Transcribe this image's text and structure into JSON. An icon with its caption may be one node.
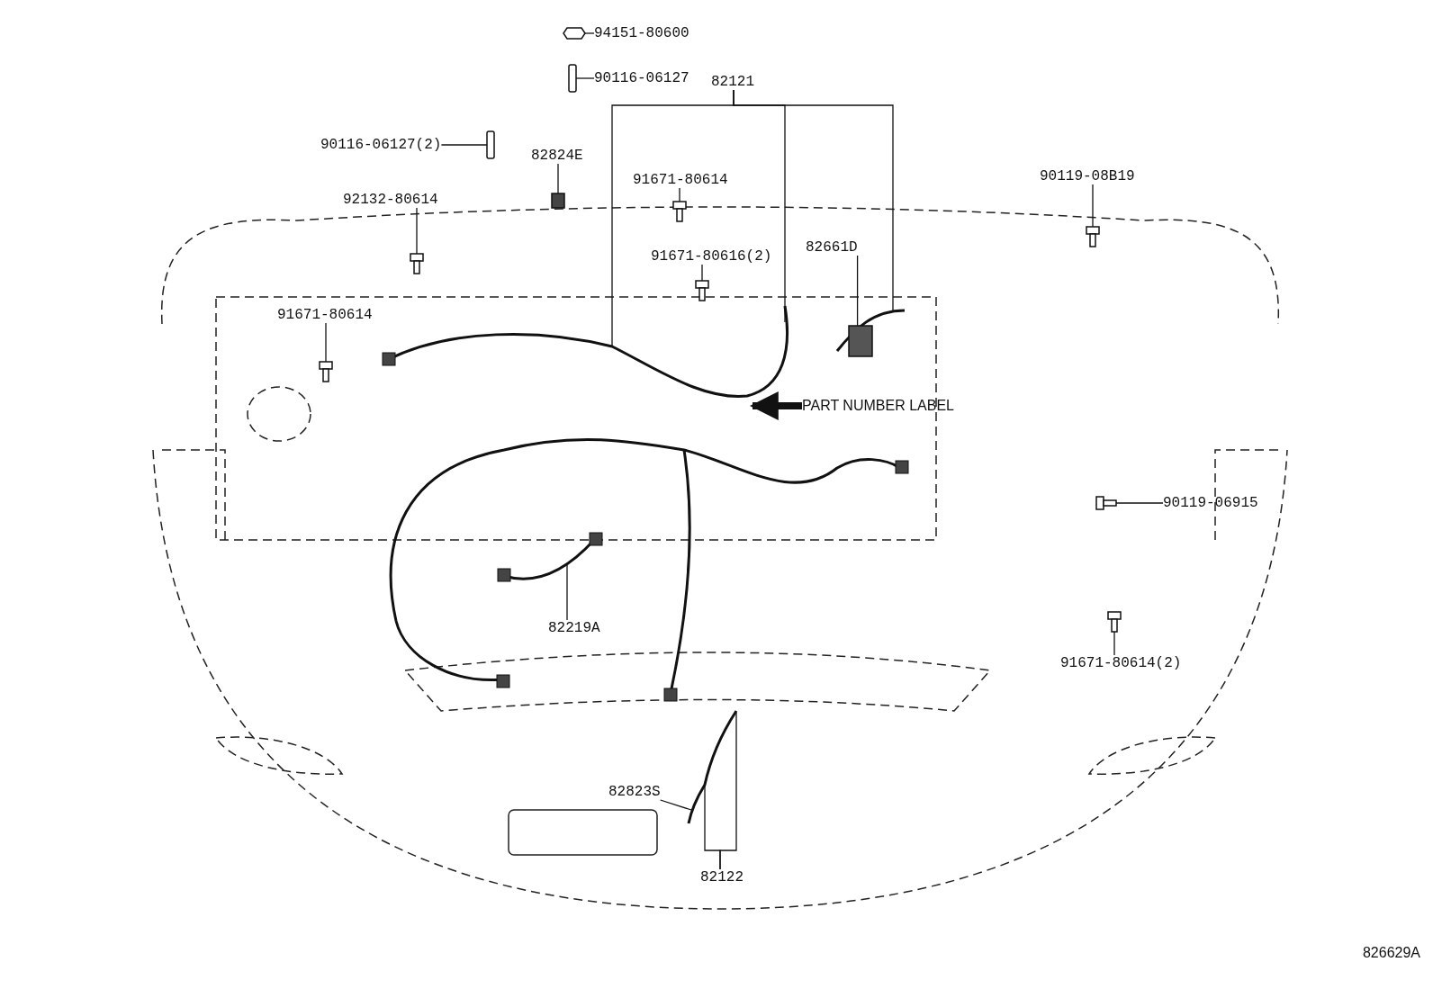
{
  "diagram": {
    "nodes": [
      {
        "text": [
          "94151-80600"
        ]
      },
      {
        "text": [
          "90116-06127"
        ]
      },
      {
        "text": [
          "82121"
        ]
      },
      {
        "text": [
          "90116-06127(2)"
        ]
      },
      {
        "text": [
          "82824E"
        ]
      },
      {
        "text": [
          "91671-80614"
        ]
      },
      {
        "text": [
          "92132-80614"
        ]
      },
      {
        "text": [
          "91671-80616(2)"
        ]
      },
      {
        "text": [
          "82661D"
        ]
      },
      {
        "text": [
          "90119-08B19"
        ]
      },
      {
        "text": [
          "91671-80614"
        ]
      },
      {
        "text": [
          "PART NUMBER LABEL"
        ]
      },
      {
        "text": [
          "90119-06915"
        ]
      },
      {
        "text": [
          "91671-80614(2)"
        ]
      },
      {
        "text": [
          "82219A"
        ]
      },
      {
        "text": [
          "82823S"
        ]
      },
      {
        "text": [
          "82122"
        ]
      },
      {
        "text": [],
        "shape": "picture"
      },
      {
        "text": [],
        "shape": "bar"
      },
      {
        "text": [],
        "shape": "bar"
      },
      {
        "text": [],
        "shape": "box"
      },
      {
        "text": [],
        "shape": "picture"
      },
      {
        "text": [],
        "shape": "picture"
      },
      {
        "text": [],
        "shape": "picture"
      },
      {
        "text": [],
        "shape": "box"
      },
      {
        "text": [],
        "shape": "picture"
      },
      {
        "text": [],
        "shape": "picture"
      },
      {
        "text": [],
        "shape": "picture"
      },
      {
        "text": [],
        "shape": "picture"
      }
    ],
    "edges": [
      {
        "from": 0,
        "to": 17,
        "arrow": "none"
      },
      {
        "from": 1,
        "to": 18,
        "arrow": "none"
      },
      {
        "from": 2,
        "to": null,
        "arrow": "none"
      },
      {
        "from": 2,
        "to": null,
        "arrow": "none"
      },
      {
        "from": 2,
        "to": null,
        "arrow": "none"
      },
      {
        "from": 3,
        "to": 19,
        "arrow": "none"
      },
      {
        "from": 4,
        "to": 20,
        "arrow": "none"
      },
      {
        "from": 5,
        "to": 21,
        "arrow": "none"
      },
      {
        "from": 6,
        "to": 22,
        "arrow": "none"
      },
      {
        "from": 7,
        "to": 23,
        "arrow": "none"
      },
      {
        "from": 8,
        "to": 24,
        "arrow": "none"
      },
      {
        "from": 9,
        "to": 25,
        "arrow": "none"
      },
      {
        "from": 10,
        "to": 26,
        "arrow": "none"
      },
      {
        "from": 11,
        "to": null,
        "arrow": "to",
        "style": "thick"
      },
      {
        "from": 12,
        "to": 27,
        "arrow": "none"
      },
      {
        "from": 13,
        "to": 28,
        "arrow": "none"
      },
      {
        "from": 14,
        "to": null,
        "arrow": "none"
      },
      {
        "from": 15,
        "to": null,
        "arrow": "none"
      },
      {
        "from": 16,
        "to": null,
        "arrow": "none"
      },
      {
        "from": 16,
        "to": null,
        "arrow": "none"
      }
    ],
    "labels": [
      "826629A"
    ]
  }
}
